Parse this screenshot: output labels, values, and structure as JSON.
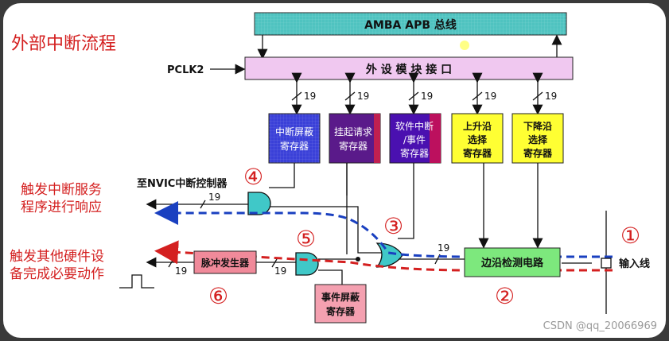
{
  "title": "外部中断流程",
  "bus_label": "AMBA APB 总线",
  "pclk_label": "PCLK2",
  "peripheral_interface": "外 设 模 块 接 口",
  "registers": {
    "interrupt_mask": [
      "中断屏蔽",
      "寄存器"
    ],
    "pending_request": [
      "挂起请求",
      "寄存器"
    ],
    "software_interrupt_event": [
      "软件中断",
      "/事件",
      "寄存器"
    ],
    "rising_edge_select": [
      "上升沿",
      "选择",
      "寄存器"
    ],
    "falling_edge_select": [
      "下降沿",
      "选择",
      "寄存器"
    ],
    "event_mask": [
      "事件屏蔽",
      "寄存器"
    ]
  },
  "bus_width": "19",
  "nvic_label": "至NVIC中断控制器",
  "edge_detect": "边沿检测电路",
  "pulse_generator": "脉冲发生器",
  "input_line": "输入线",
  "left_annotations": {
    "interrupt_service": [
      "触发中断服务",
      "程序进行响应"
    ],
    "other_hardware": [
      "触发其他硬件设",
      "备完成必要动作"
    ]
  },
  "step_markers": [
    "①",
    "②",
    "③",
    "④",
    "⑤",
    "⑥"
  ],
  "watermark": "CSDN @qq_20066969",
  "colors": {
    "bus_fill": "#4fc3c0",
    "interface_fill": "#f0c8f0",
    "mask_fill": "#3a40d8",
    "pending_fill": "#5a1a8a",
    "software_fill": "#4a10b0",
    "edge_select_fill": "#ffff33",
    "edge_detect_fill": "#7de87d",
    "pulse_fill": "#f08a9a",
    "event_mask_fill": "#f4a0b0",
    "gate_fill": "#40c8c8",
    "interrupt_path": "#1a40c0",
    "event_path": "#d42020",
    "step_marker": "#d42020"
  }
}
